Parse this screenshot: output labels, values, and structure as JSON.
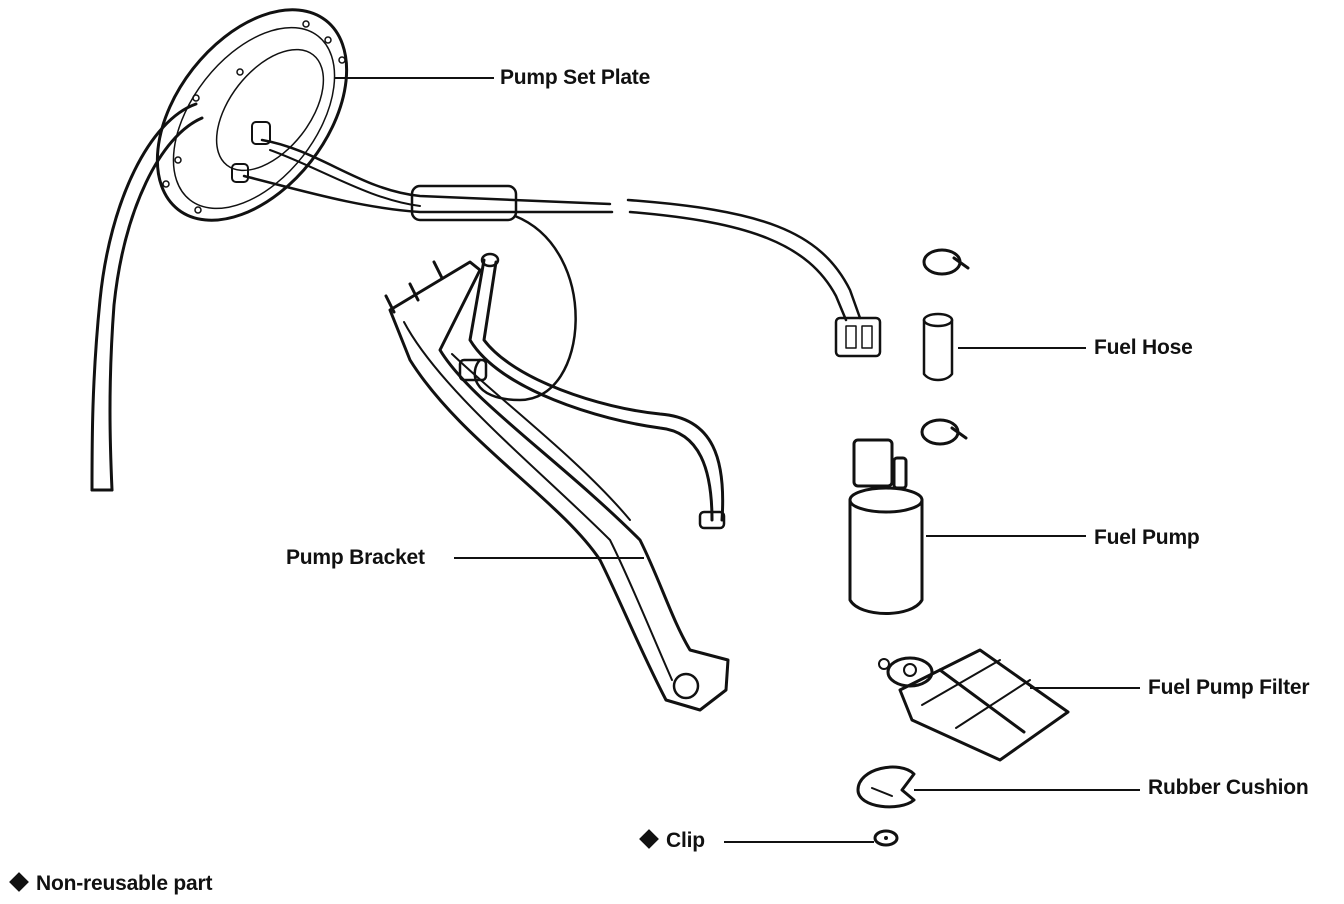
{
  "labels": {
    "pump_set_plate": "Pump Set Plate",
    "fuel_hose": "Fuel Hose",
    "fuel_pump": "Fuel Pump",
    "pump_bracket": "Pump Bracket",
    "fuel_pump_filter": "Fuel Pump Filter",
    "rubber_cushion": "Rubber Cushion",
    "clip": "Clip"
  },
  "legend": {
    "non_reusable": "Non-reusable part"
  }
}
